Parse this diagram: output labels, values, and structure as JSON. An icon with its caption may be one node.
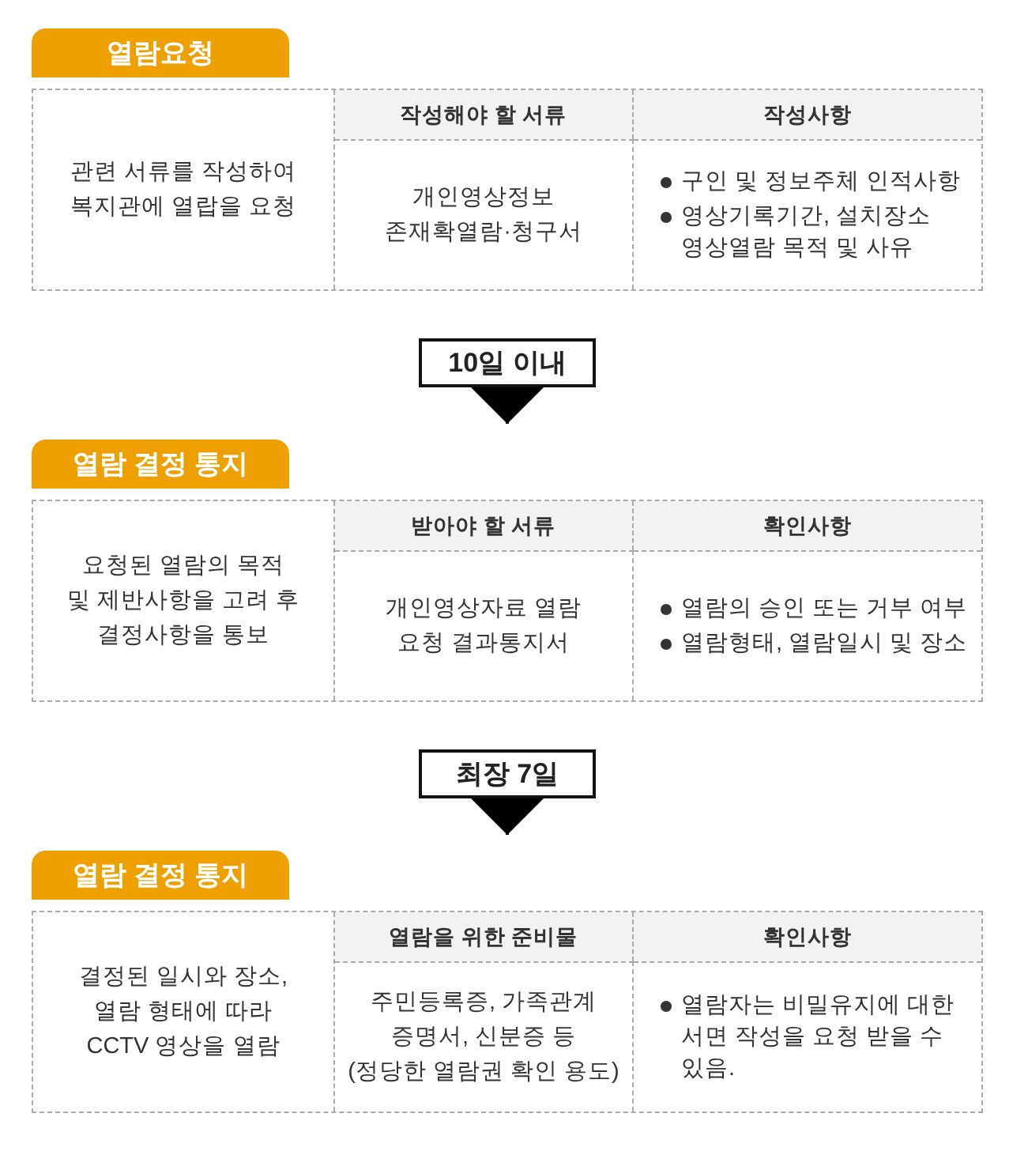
{
  "diagram": {
    "nodes": [
      {
        "text": [
          "열람요청"
        ]
      },
      {
        "text": [
          "관련 서류를 작성하여 복지관에 열랍을 요청"
        ],
        "in": 0
      },
      {
        "text": [
          "작성해야 할 서류"
        ],
        "in": 0
      },
      {
        "text": [
          "작성사항"
        ],
        "in": 0
      },
      {
        "text": [
          "개인영상정보 존재확열람·청구서"
        ],
        "in": 0
      },
      {
        "text": [
          "구인 및 정보주체 인적사항",
          "영상기록기간, 설치장소 영상열람 목적 및 사유"
        ],
        "in": 0
      },
      {
        "text": [
          "10일 이내"
        ]
      },
      {
        "text": [
          "열람 결정 통지"
        ]
      },
      {
        "text": [
          "요청된 열람의 목적 및 제반사항을 고려 후 결정사항을 통보"
        ],
        "in": 7
      },
      {
        "text": [
          "받아야 할 서류"
        ],
        "in": 7
      },
      {
        "text": [
          "확인사항"
        ],
        "in": 7
      },
      {
        "text": [
          "개인영상자료 열람 요청 결과통지서"
        ],
        "in": 7
      },
      {
        "text": [
          "열람의 승인 또는 거부 여부",
          "열람형태, 열람일시 및 장소"
        ],
        "in": 7
      },
      {
        "text": [
          "최장 7일"
        ]
      },
      {
        "text": [
          "열람 결정 통지"
        ]
      },
      {
        "text": [
          "결정된 일시와 장소, 열람 형태에 따라 CCTV 영상을 열람"
        ],
        "in": 14
      },
      {
        "text": [
          "열람을 위한 준비물"
        ],
        "in": 14
      },
      {
        "text": [
          "확인사항"
        ],
        "in": 14
      },
      {
        "text": [
          "주민등록증, 가족관계 증명서, 신분증 등 (정당한 열람권 확인 용도)"
        ],
        "in": 14
      },
      {
        "text": [
          "열람자는 비밀유지에 대한 서면 작성을 요청 받을 수 있음."
        ],
        "in": 14
      }
    ],
    "edges": [
      {
        "from": 6,
        "to": 7,
        "arrow": "to"
      },
      {
        "from": 13,
        "to": 14,
        "arrow": "to"
      }
    ]
  }
}
